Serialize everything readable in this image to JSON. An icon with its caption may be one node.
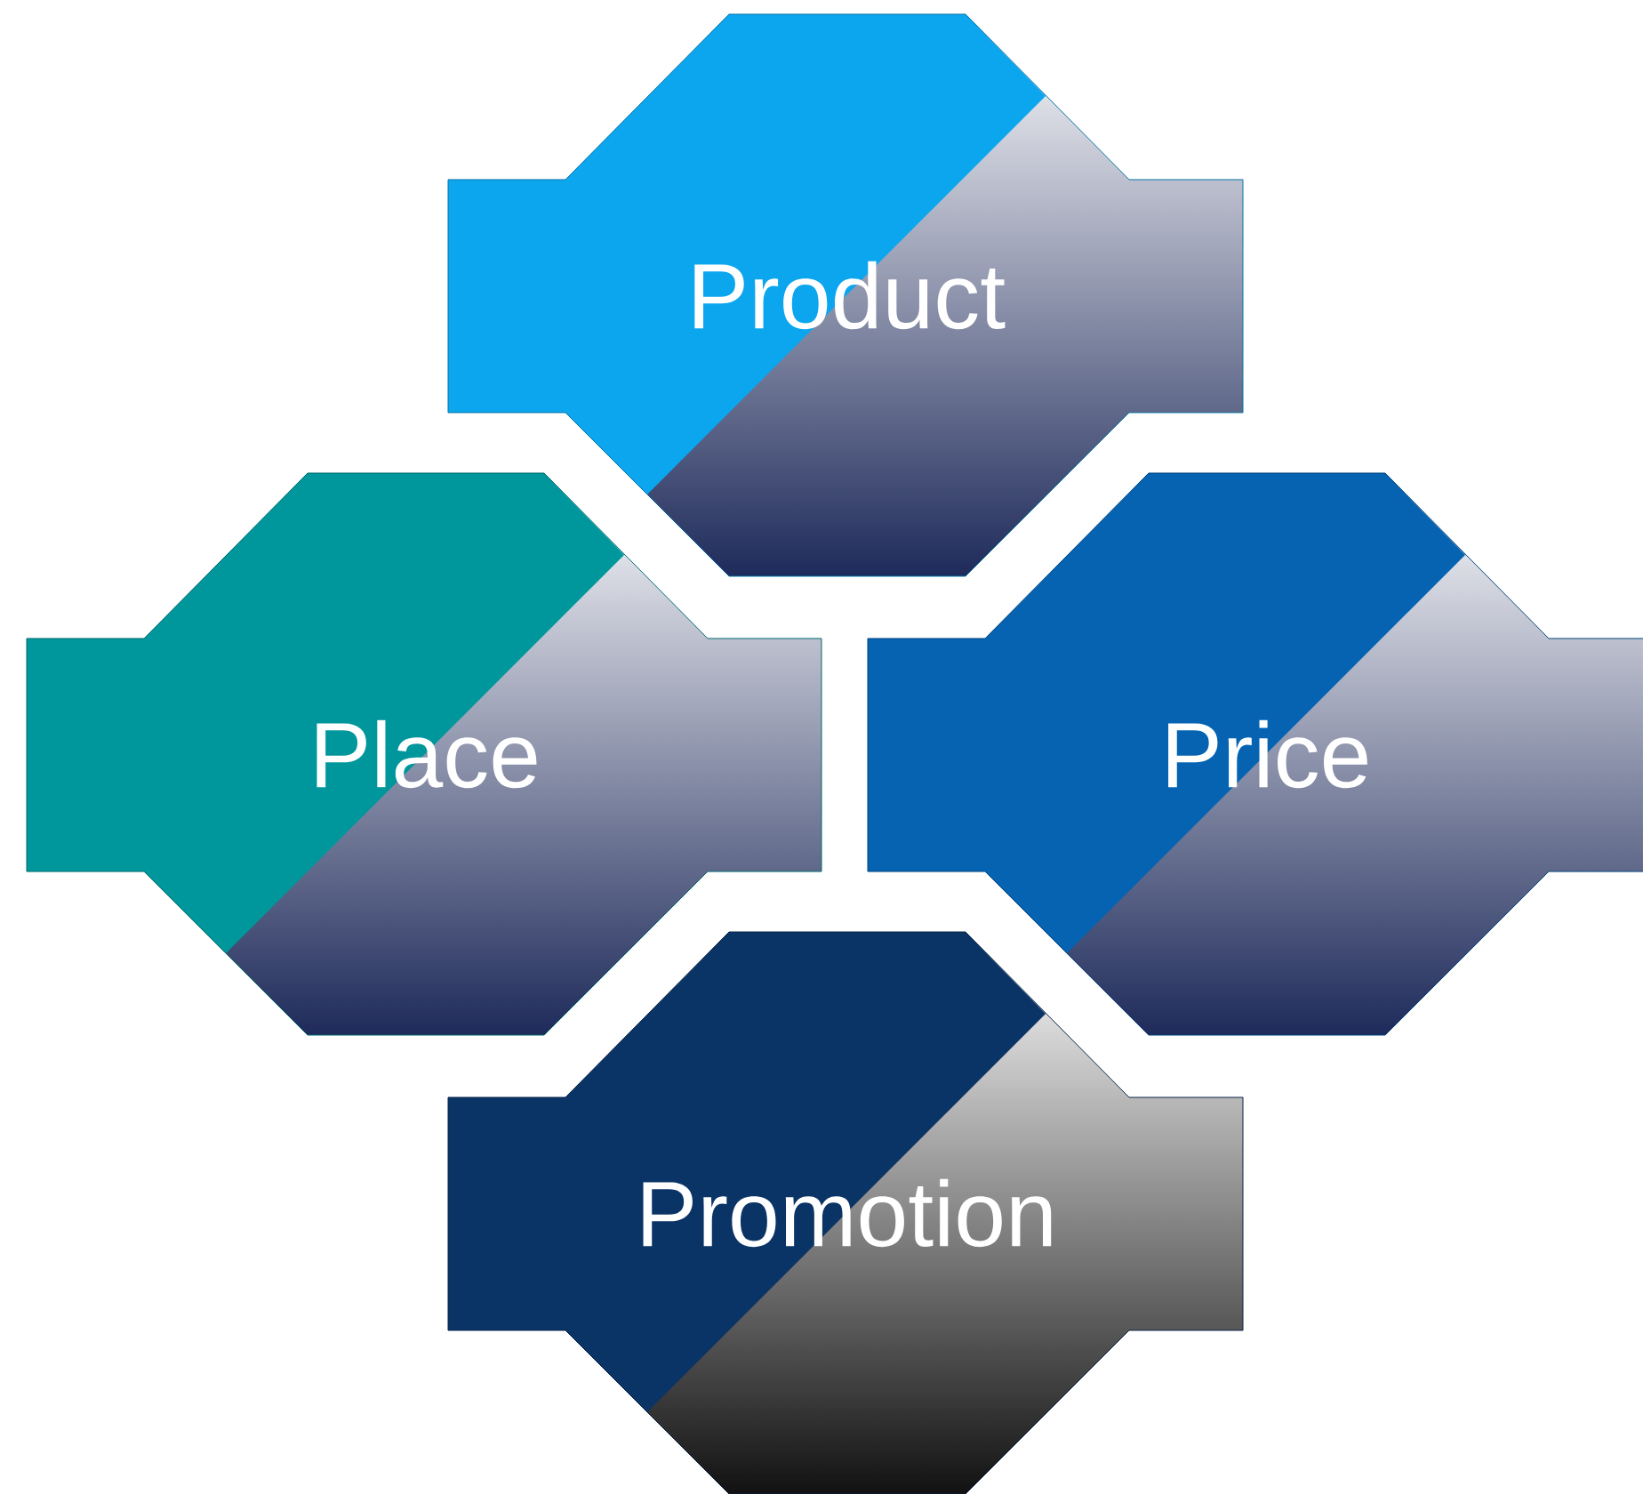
{
  "diagram": {
    "nodes": [
      {
        "text": [
          "Product"
        ]
      },
      {
        "text": [
          "Place"
        ]
      },
      {
        "text": [
          "Price"
        ]
      },
      {
        "text": [
          "Promotion"
        ]
      }
    ]
  }
}
